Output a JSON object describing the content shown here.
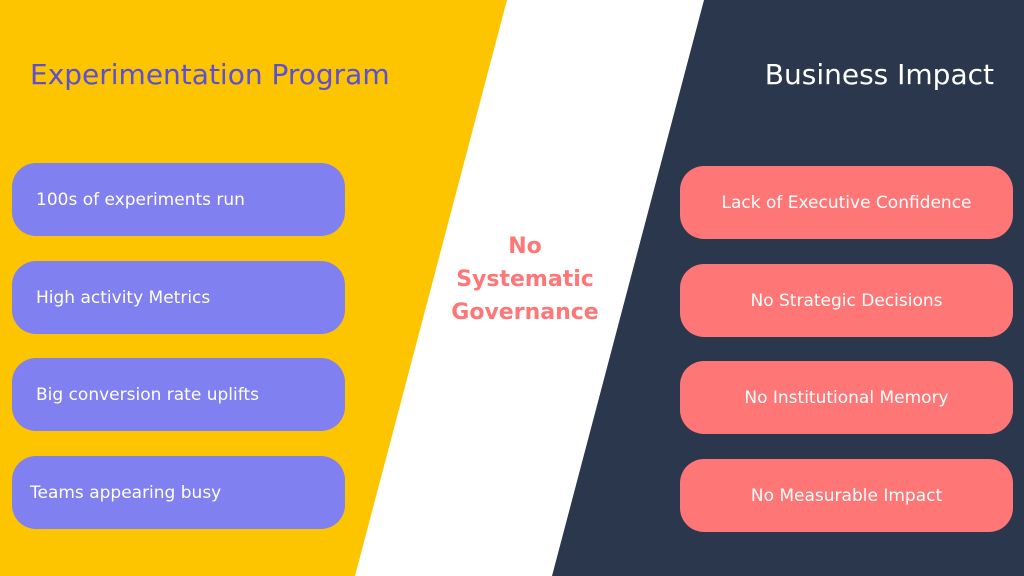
{
  "colors": {
    "left_panel": "#FDC500",
    "right_panel": "#2B374C",
    "left_box": "#8080F0",
    "right_box": "#FF7676"
  },
  "left": {
    "title": "Experimentation Program",
    "items": [
      "100s of experiments run",
      "High activity Metrics",
      "Big conversion rate uplifts",
      "Teams appearing busy"
    ]
  },
  "center": {
    "lines": [
      "No",
      "Systematic",
      "Governance"
    ]
  },
  "right": {
    "title": "Business Impact",
    "items": [
      "Lack of Executive Confidence",
      "No Strategic Decisions",
      "No Institutional Memory",
      "No Measurable Impact"
    ]
  }
}
